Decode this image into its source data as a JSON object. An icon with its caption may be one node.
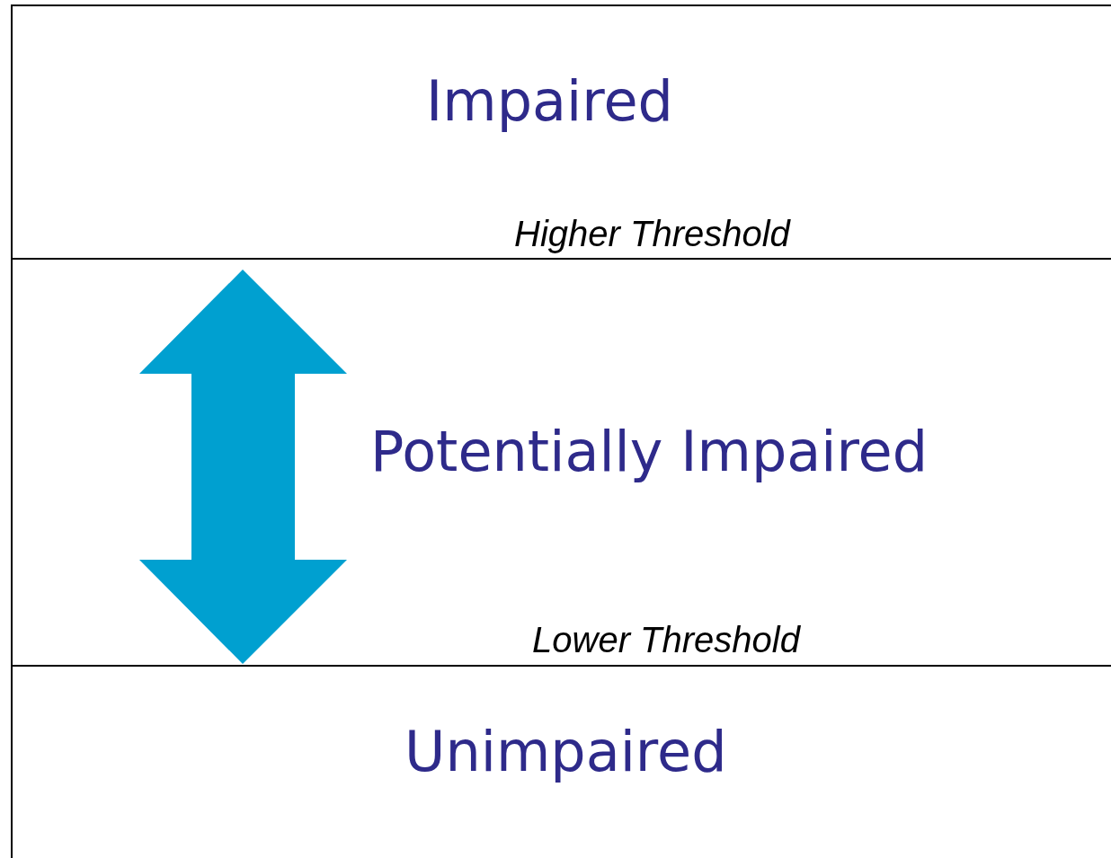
{
  "diagram": {
    "nodes": [
      {
        "text": [
          "Impaired"
        ]
      },
      {
        "text": [
          "Potentially Impaired"
        ]
      },
      {
        "text": [
          "Unimpaired"
        ]
      }
    ],
    "labels": [
      "Higher Threshold",
      "Lower Threshold"
    ]
  }
}
